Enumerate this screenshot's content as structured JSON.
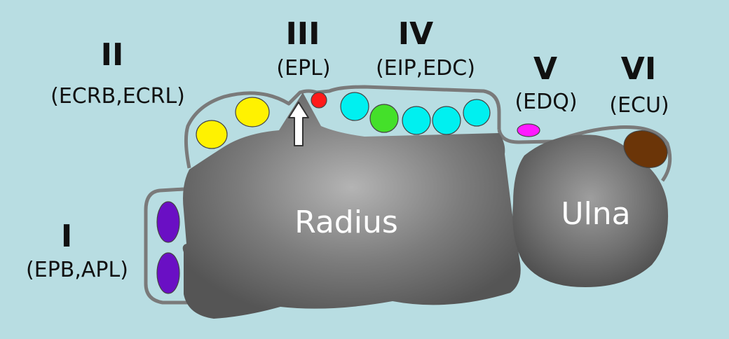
{
  "compartments": [
    {
      "id": "I",
      "numeral": "I",
      "tendons": "(EPB,APL)"
    },
    {
      "id": "II",
      "numeral": "II",
      "tendons": "(ECRB,ECRL)"
    },
    {
      "id": "III",
      "numeral": "III",
      "tendons": "(EPL)"
    },
    {
      "id": "IV",
      "numeral": "IV",
      "tendons": "(EIP,EDC)"
    },
    {
      "id": "V",
      "numeral": "V",
      "tendons": "(EDQ)"
    },
    {
      "id": "VI",
      "numeral": "VI",
      "tendons": "(ECU)"
    }
  ],
  "bones": {
    "radius": "Radius",
    "ulna": "Ulna"
  },
  "colors": {
    "background": "#b8dde2",
    "sheath_outline": "#7a7a7a",
    "bone_light": "#b4b4b4",
    "bone_dark": "#575757",
    "compartment_I": "#6a0fc4",
    "compartment_II": "#fff200",
    "compartment_III": "#ff1a1a",
    "compartment_IV_edc": "#00f0f0",
    "compartment_IV_eip": "#44e02a",
    "compartment_V": "#ff1aff",
    "compartment_VI": "#6b3508"
  },
  "icons": {
    "lister_tubercle_marker": "up-arrow-outline-icon"
  }
}
